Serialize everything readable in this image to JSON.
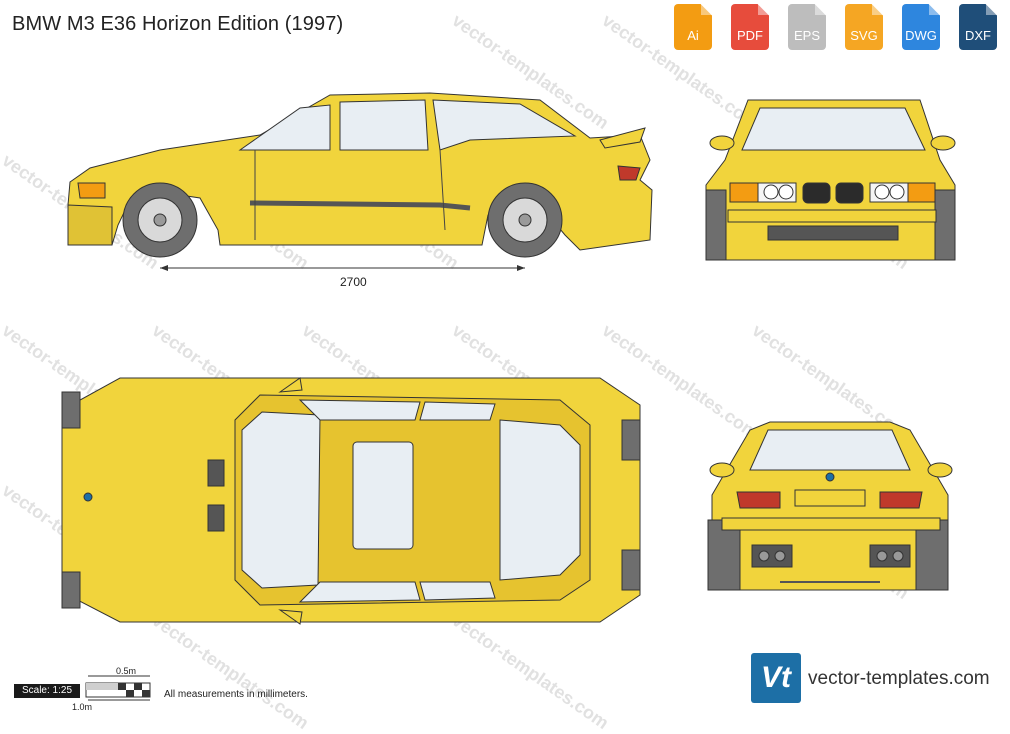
{
  "title": "BMW M3 E36 Horizon Edition (1997)",
  "formats": [
    {
      "label": "Ai",
      "color": "#f39c12",
      "icon": "ai-file-icon"
    },
    {
      "label": "PDF",
      "color": "#e74c3c",
      "icon": "pdf-file-icon"
    },
    {
      "label": "EPS",
      "color": "#bdbdbd",
      "icon": "eps-file-icon"
    },
    {
      "label": "SVG",
      "color": "#f5a623",
      "icon": "svg-file-icon"
    },
    {
      "label": "DWG",
      "color": "#2e86de",
      "icon": "dwg-file-icon"
    },
    {
      "label": "DXF",
      "color": "#1f4e79",
      "icon": "dxf-file-icon"
    }
  ],
  "dimension": {
    "wheelbase": "2700"
  },
  "scale": {
    "label": "Scale: 1:25",
    "half": "0.5m",
    "full": "1.0m"
  },
  "note": "All measurements in millimeters.",
  "watermark": "vector-templates.com",
  "brand": {
    "logo": "Vt",
    "site": "vector-templates.com",
    "color": "#1d6fa6"
  },
  "car_color": "#f1d43c"
}
